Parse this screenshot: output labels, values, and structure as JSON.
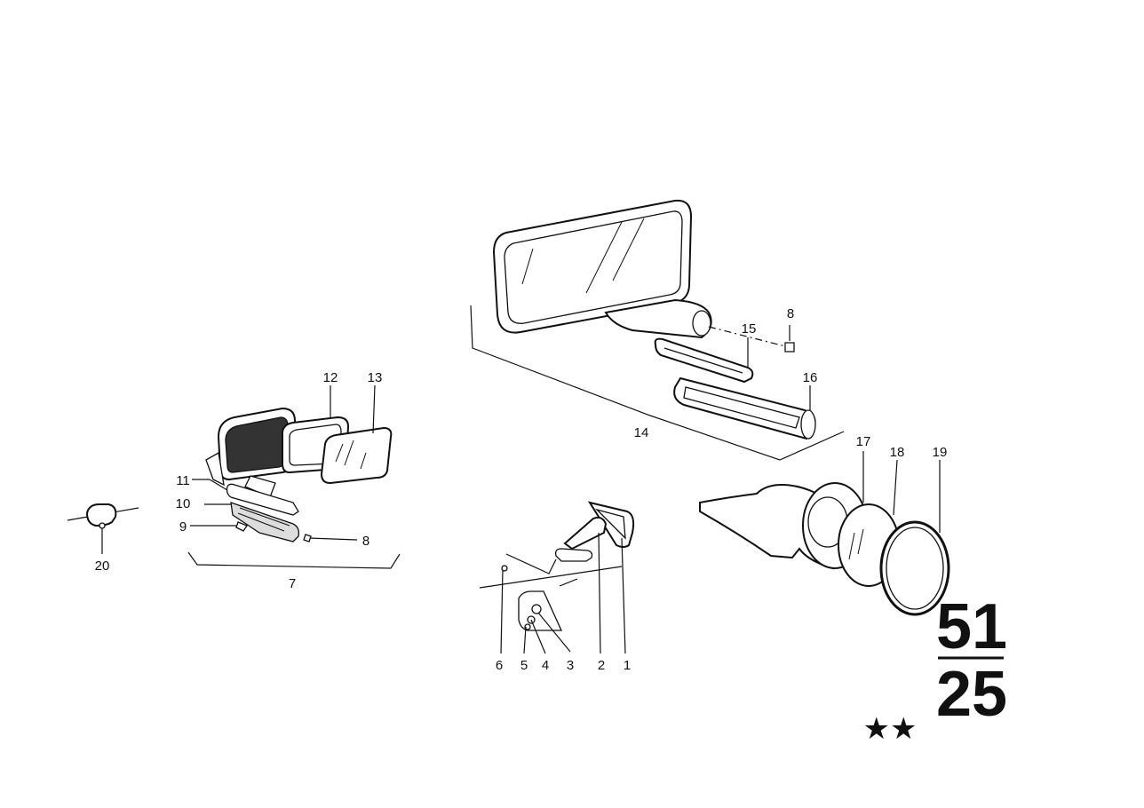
{
  "labels": {
    "p1": "1",
    "p2": "2",
    "p3": "3",
    "p4": "4",
    "p5": "5",
    "p6": "6",
    "p7": "7",
    "p8a": "8",
    "p8b": "8",
    "p9": "9",
    "p10": "10",
    "p11": "11",
    "p12": "12",
    "p13": "13",
    "p14": "14",
    "p15": "15",
    "p16": "16",
    "p17": "17",
    "p18": "18",
    "p19": "19",
    "p20": "20"
  },
  "group": {
    "main": "51",
    "sub": "25",
    "marks": "★★"
  }
}
